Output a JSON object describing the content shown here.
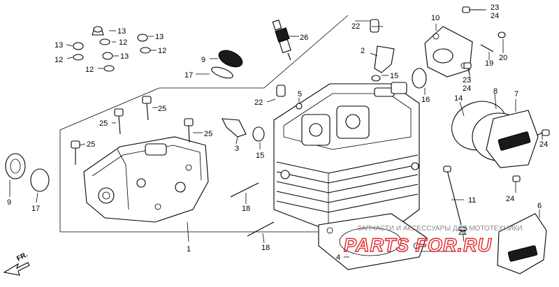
{
  "diagram": {
    "callouts": [
      {
        "id": "c1",
        "text": "1"
      },
      {
        "id": "c2",
        "text": "2"
      },
      {
        "id": "c3",
        "text": "3"
      },
      {
        "id": "c4",
        "text": "4"
      },
      {
        "id": "c5",
        "text": "5"
      },
      {
        "id": "c6",
        "text": "6"
      },
      {
        "id": "c7",
        "text": "7"
      },
      {
        "id": "c8",
        "text": "8"
      },
      {
        "id": "c9a",
        "text": "9"
      },
      {
        "id": "c9b",
        "text": "9"
      },
      {
        "id": "c10",
        "text": "10"
      },
      {
        "id": "c11",
        "text": "11"
      },
      {
        "id": "c12a",
        "text": "12"
      },
      {
        "id": "c12b",
        "text": "12"
      },
      {
        "id": "c12c",
        "text": "12"
      },
      {
        "id": "c12d",
        "text": "12"
      },
      {
        "id": "c13a",
        "text": "13"
      },
      {
        "id": "c13b",
        "text": "13"
      },
      {
        "id": "c13c",
        "text": "13"
      },
      {
        "id": "c13d",
        "text": "13"
      },
      {
        "id": "c14",
        "text": "14"
      },
      {
        "id": "c15a",
        "text": "15"
      },
      {
        "id": "c15b",
        "text": "15"
      },
      {
        "id": "c16",
        "text": "16"
      },
      {
        "id": "c17a",
        "text": "17"
      },
      {
        "id": "c17b",
        "text": "17"
      },
      {
        "id": "c18a",
        "text": "18"
      },
      {
        "id": "c18b",
        "text": "18"
      },
      {
        "id": "c19",
        "text": "19"
      },
      {
        "id": "c20",
        "text": "20"
      },
      {
        "id": "c21",
        "text": "21"
      },
      {
        "id": "c22a",
        "text": "22"
      },
      {
        "id": "c22b",
        "text": "22"
      },
      {
        "id": "c23a",
        "text": "23"
      },
      {
        "id": "c24a",
        "text": "24"
      },
      {
        "id": "c23b",
        "text": "23"
      },
      {
        "id": "c24b",
        "text": "24"
      },
      {
        "id": "c24c",
        "text": "24"
      },
      {
        "id": "c24d",
        "text": "24"
      },
      {
        "id": "c25a",
        "text": "25"
      },
      {
        "id": "c25b",
        "text": "25"
      },
      {
        "id": "c25c",
        "text": "25"
      },
      {
        "id": "c25d",
        "text": "25"
      },
      {
        "id": "c26",
        "text": "26"
      }
    ],
    "direction_label": "FR.",
    "colors": {
      "line": "#000000",
      "background": "#ffffff",
      "watermark_red": "#e2232a",
      "watermark_grey": "#8a8a8a"
    }
  },
  "watermark": {
    "text": "ЗАПЧАСТИ И АКСЕССУАРЫ ДЛЯ МОТОТЕХНИКИ",
    "logo": "PARTS FOR.RU"
  }
}
